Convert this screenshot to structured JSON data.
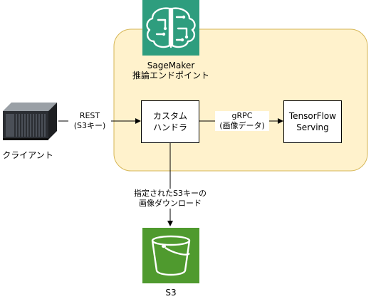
{
  "sagemaker": {
    "title": "SageMaker",
    "subtitle": "推論エンドポイント",
    "container_fill": "#FFF2CC",
    "container_stroke": "#D6B656",
    "icon_name": "sagemaker-brain-icon",
    "icon_bg": "#2E9D7E"
  },
  "client": {
    "label": "クライアント",
    "icon_name": "server-rack-icon"
  },
  "custom_handler": {
    "line1": "カスタム",
    "line2": "ハンドラ"
  },
  "tensorflow_serving": {
    "line1": "TensorFlow",
    "line2": "Serving"
  },
  "s3": {
    "label": "S3",
    "icon_name": "s3-bucket-icon",
    "icon_bg": "#4F9A2E"
  },
  "edges": {
    "rest": {
      "line1": "REST",
      "line2": "(S3キー)"
    },
    "grpc": {
      "line1": "gRPC",
      "line2": "(画像データ)"
    },
    "download": {
      "line1": "指定されたS3キーの",
      "line2": "画像ダウンロード"
    }
  }
}
